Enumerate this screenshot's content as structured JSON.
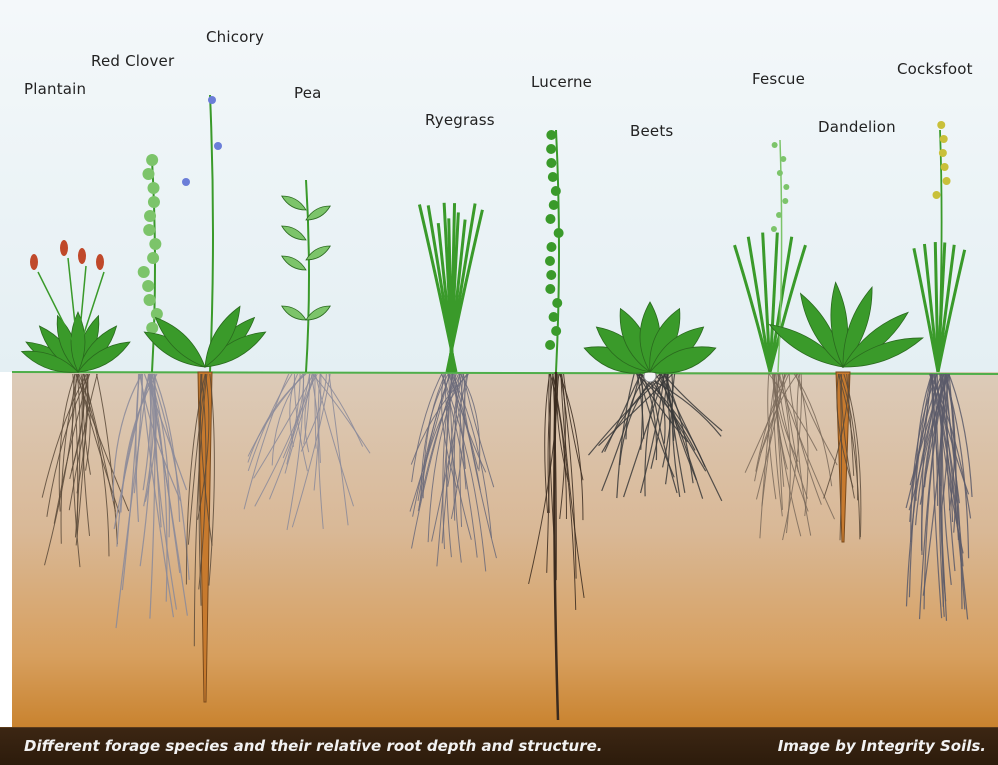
{
  "labels": {
    "plantain": "Plantain",
    "red_clover": "Red Clover",
    "chicory": "Chicory",
    "pea": "Pea",
    "ryegrass": "Ryegrass",
    "lucerne": "Lucerne",
    "beets": "Beets",
    "fescue": "Fescue",
    "dandelion": "Dandelion",
    "cocksfoot": "Cocksfoot"
  },
  "caption": {
    "text": "Different forage species and their relative root depth and structure.",
    "credit": "Image by Integrity Soils."
  },
  "colors": {
    "sky_top": "#f4f8fa",
    "sky_bottom": "#e6f0f4",
    "soil_top": "#d9c5b0",
    "soil_bottom": "#cf8f44",
    "leaf": "#3a9a2a",
    "leaf_light": "#7cc46a",
    "root": "#5a4a3a",
    "taproot": "#c77a2e",
    "flower_red": "#c0492a",
    "flower_blue": "#6b7ed8",
    "caption_bg": "#3a2413"
  },
  "icons": {
    "ground": "soil-line",
    "plants": "plant-illustration"
  }
}
